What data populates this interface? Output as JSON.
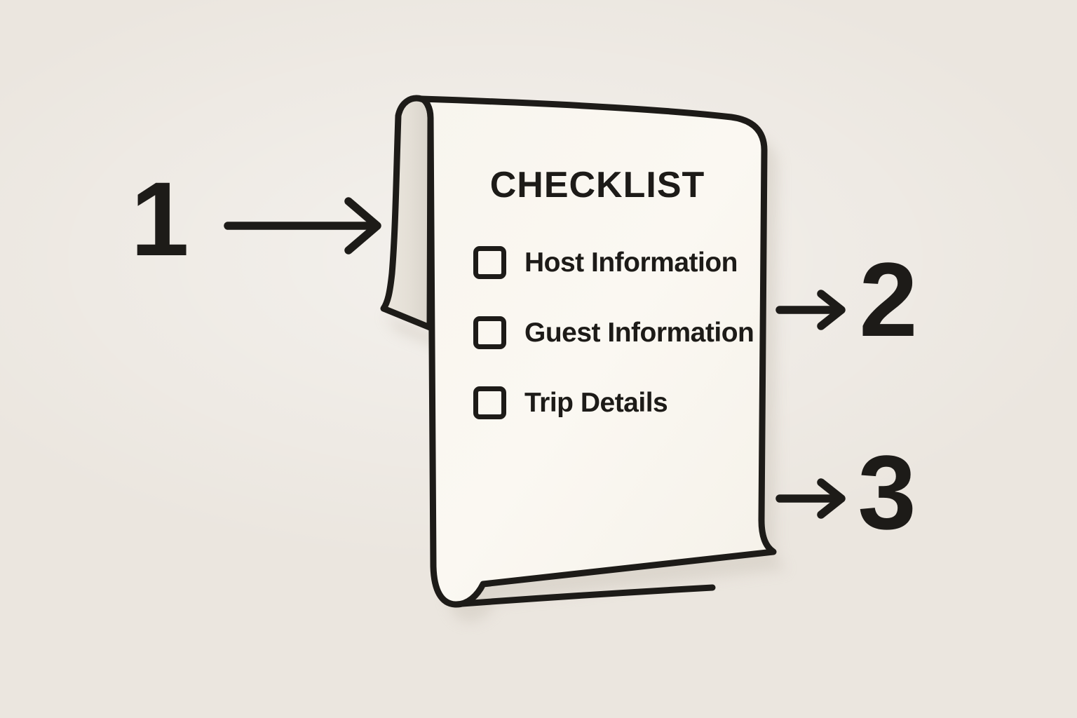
{
  "scene": {
    "title": "CHECKLIST",
    "items": [
      {
        "label": "Host Information",
        "checked": false
      },
      {
        "label": "Guest Information",
        "checked": false
      },
      {
        "label": "Trip Details",
        "checked": false
      }
    ],
    "callouts": [
      {
        "number": "1",
        "points_to": "top-left-curl-of-paper"
      },
      {
        "number": "2",
        "points_to": "right-edge-of-paper"
      },
      {
        "number": "3",
        "points_to": "bottom-right-edge-of-paper"
      }
    ],
    "colors": {
      "background": "#ebe6df",
      "paper": "#faf7f0",
      "paper_fold": "#e4dfd6",
      "ink": "#1d1b18",
      "shadow": "#d3ccc2"
    }
  }
}
